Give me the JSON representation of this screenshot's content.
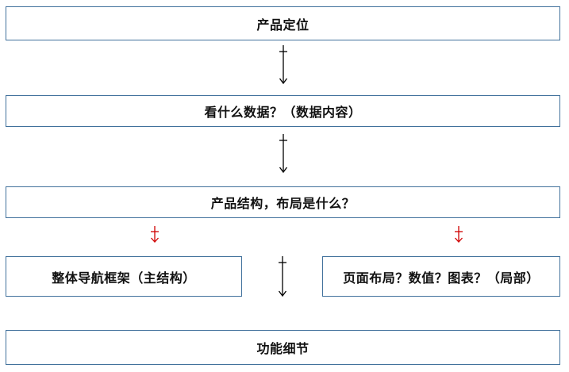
{
  "boxes": {
    "positioning": "产品定位",
    "data_view": "看什么数据？（数据内容）",
    "structure": "产品结构，布局是什么？",
    "navigation": "整体导航框架（主结构）",
    "page_layout": "页面布局？数值？图表？（局部）",
    "details": "功能细节"
  },
  "colors": {
    "border": "#41719c",
    "arrow_black": "#000000",
    "arrow_red": "#d00000",
    "text": "#111111"
  }
}
